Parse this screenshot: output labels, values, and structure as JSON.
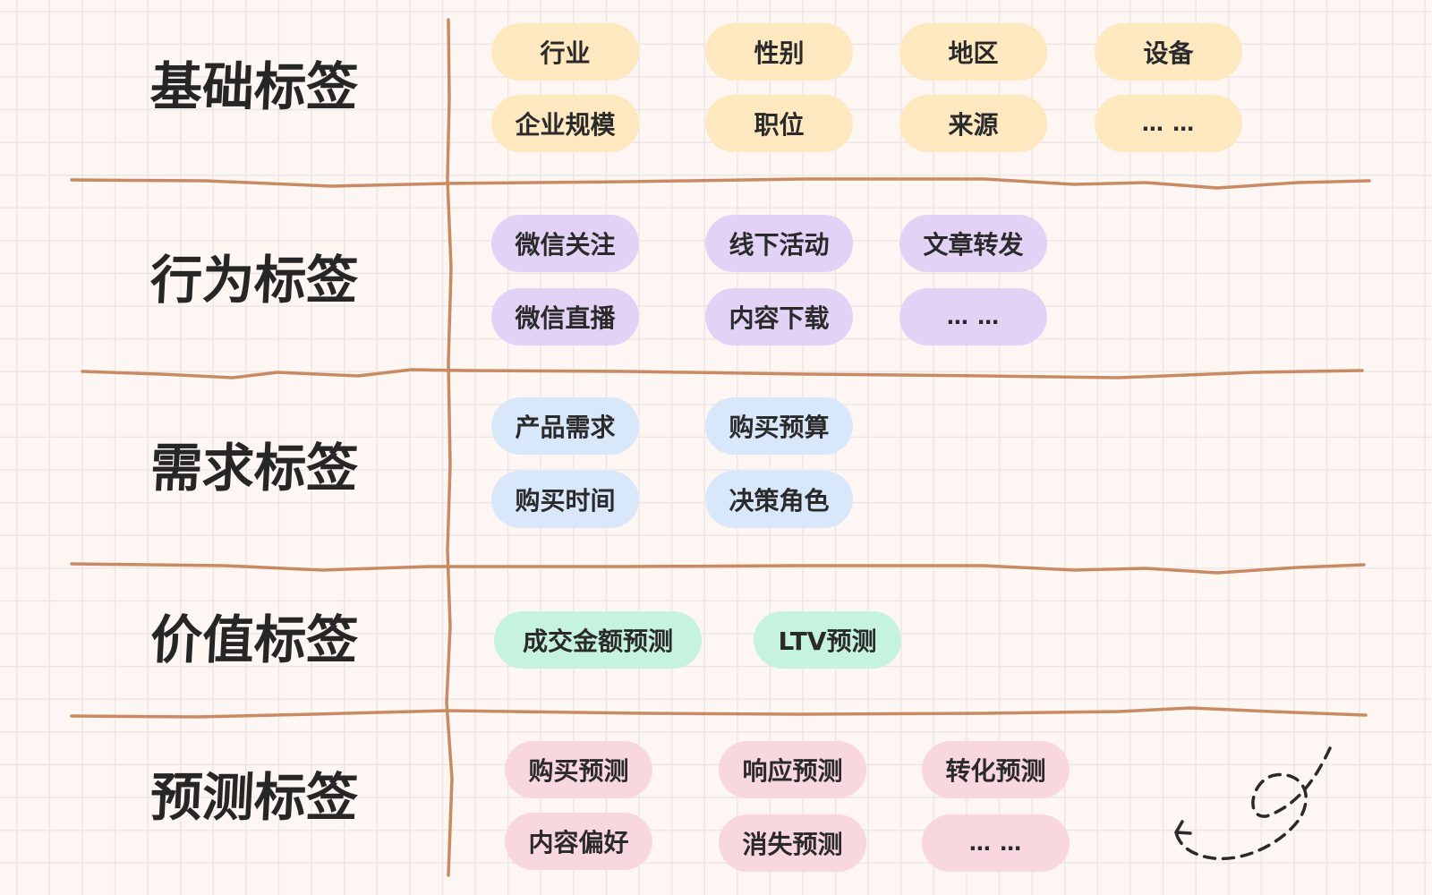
{
  "colors": {
    "grid_line": "#ece6e6",
    "background": "#fdf6f2",
    "divider": "#c98a63",
    "basic": "#fde8c0",
    "behavior": "#e2d2f6",
    "demand": "#d9e7fb",
    "value": "#c5f3dd",
    "predict": "#f9d7df"
  },
  "sections": [
    {
      "title": "基础标签",
      "tags": [
        "行业",
        "性别",
        "地区",
        "设备",
        "企业规模",
        "职位",
        "来源",
        "… …"
      ]
    },
    {
      "title": "行为标签",
      "tags": [
        "微信关注",
        "线下活动",
        "文章转发",
        "微信直播",
        "内容下载",
        "… …"
      ]
    },
    {
      "title": "需求标签",
      "tags": [
        "产品需求",
        "购买预算",
        "购买时间",
        "决策角色"
      ]
    },
    {
      "title": "价值标签",
      "tags": [
        "成交金额预测",
        "LTV预测"
      ]
    },
    {
      "title": "预测标签",
      "tags": [
        "购买预测",
        "响应预测",
        "转化预测",
        "内容偏好",
        "消失预测",
        "… …"
      ]
    }
  ],
  "decoration": {
    "icon": "dashed-loop-arrow-icon"
  }
}
